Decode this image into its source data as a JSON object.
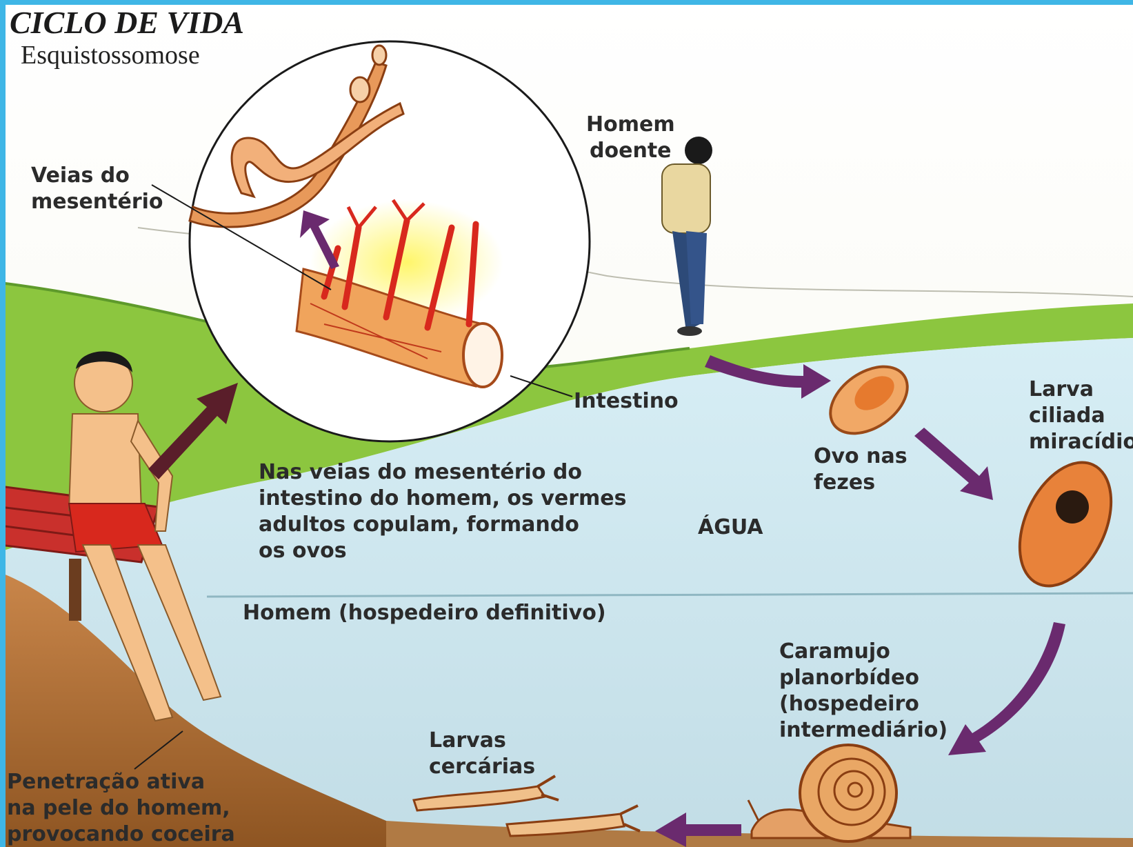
{
  "title": "CICLO DE VIDA",
  "subtitle": "Esquistossomose",
  "labels": {
    "veias_line1": "Veias do",
    "veias_line2": "mesentério",
    "homem_doente_line1": "Homem",
    "homem_doente_line2": "doente",
    "intestino": "Intestino",
    "ovo_line1": "Ovo nas",
    "ovo_line2": "fezes",
    "larva_line1": "Larva",
    "larva_line2": "ciliada",
    "larva_line3": "miracídio",
    "desc_line1": "Nas veias do mesentério do",
    "desc_line2": "intestino do homem, os vermes",
    "desc_line3": "adultos copulam, formando",
    "desc_line4": "os ovos",
    "agua": "ÁGUA",
    "homem_hosp": "Homem (hospedeiro definitivo)",
    "caramujo_line1": "Caramujo",
    "caramujo_line2": "planorbídeo",
    "caramujo_line3": "(hospedeiro",
    "caramujo_line4": "intermediário)",
    "larvas_line1": "Larvas",
    "larvas_line2": "cercárias",
    "penetracao_line1": "Penetração ativa",
    "penetracao_line2": "na pele do homem,",
    "penetracao_line3": "provocando coceira"
  },
  "colors": {
    "sky": "#ffffff",
    "grass": "#8cc63f",
    "water": "#cfe6ee",
    "soil": "#b8743a",
    "arrow": "#6a2a6e",
    "border": "#3fb6e6"
  }
}
